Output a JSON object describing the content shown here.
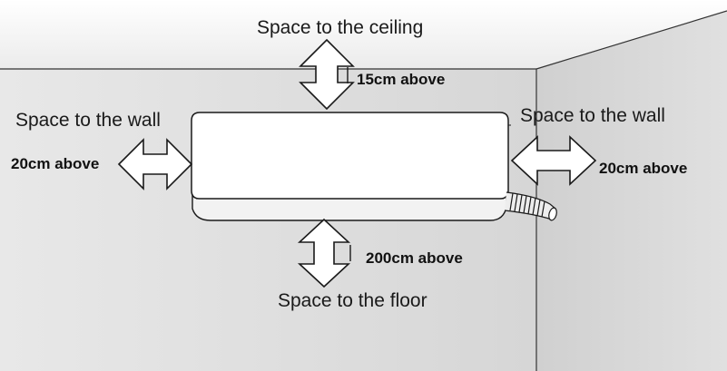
{
  "labels": {
    "ceiling_title": "Space to the ceiling",
    "ceiling_value": "15cm above",
    "left_wall_title": "Space to the wall",
    "left_wall_value": "20cm above",
    "right_wall_title": "Space to the wall",
    "right_wall_value": "20cm above",
    "floor_value": "200cm above",
    "floor_title": "Space to the floor"
  },
  "colors": {
    "wall_left": "#e6e6e6",
    "wall_right": "#d9d9d9",
    "ceiling": "#f5f5f5",
    "unit_body": "#ffffff",
    "outline": "#1a1a1a"
  }
}
